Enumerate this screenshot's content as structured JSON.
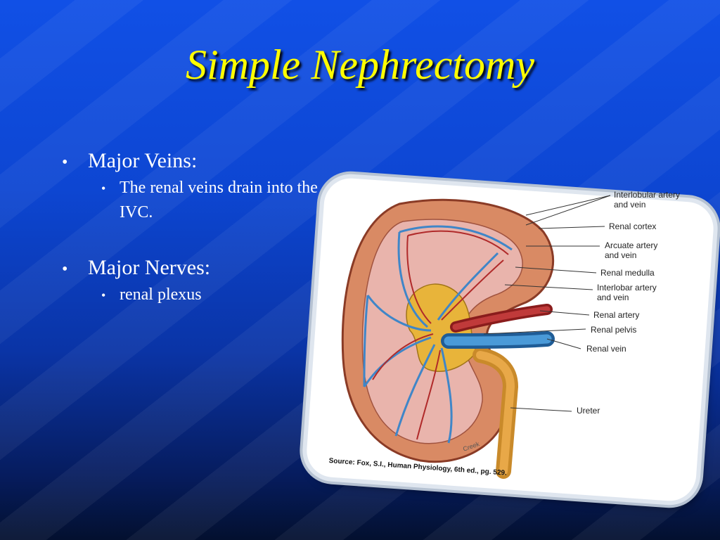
{
  "slide": {
    "title": "Simple Nephrectomy",
    "bullets": [
      {
        "text": "Major Veins:",
        "sub": [
          "The renal veins drain into the IVC."
        ]
      },
      {
        "text": "Major Nerves:",
        "sub": [
          "renal plexus"
        ]
      }
    ]
  },
  "figure": {
    "labels": [
      "Interlobular artery\nand vein",
      "Renal cortex",
      "Arcuate artery\nand vein",
      "Renal medulla",
      "Interlobar artery\nand vein",
      "Renal artery",
      "Renal pelvis",
      "Renal vein",
      "Ureter"
    ],
    "signature": "Creek",
    "source": "Source: Fox, S.I., Human Physiology, 6th ed., pg. 529."
  },
  "colors": {
    "title": "#ffff00",
    "background": "#0d46d2",
    "text": "#ffffff",
    "artery": "#b02a2a",
    "vein": "#3f86c8",
    "cortex": "#d98a64",
    "pelvis": "#e8b43a"
  }
}
